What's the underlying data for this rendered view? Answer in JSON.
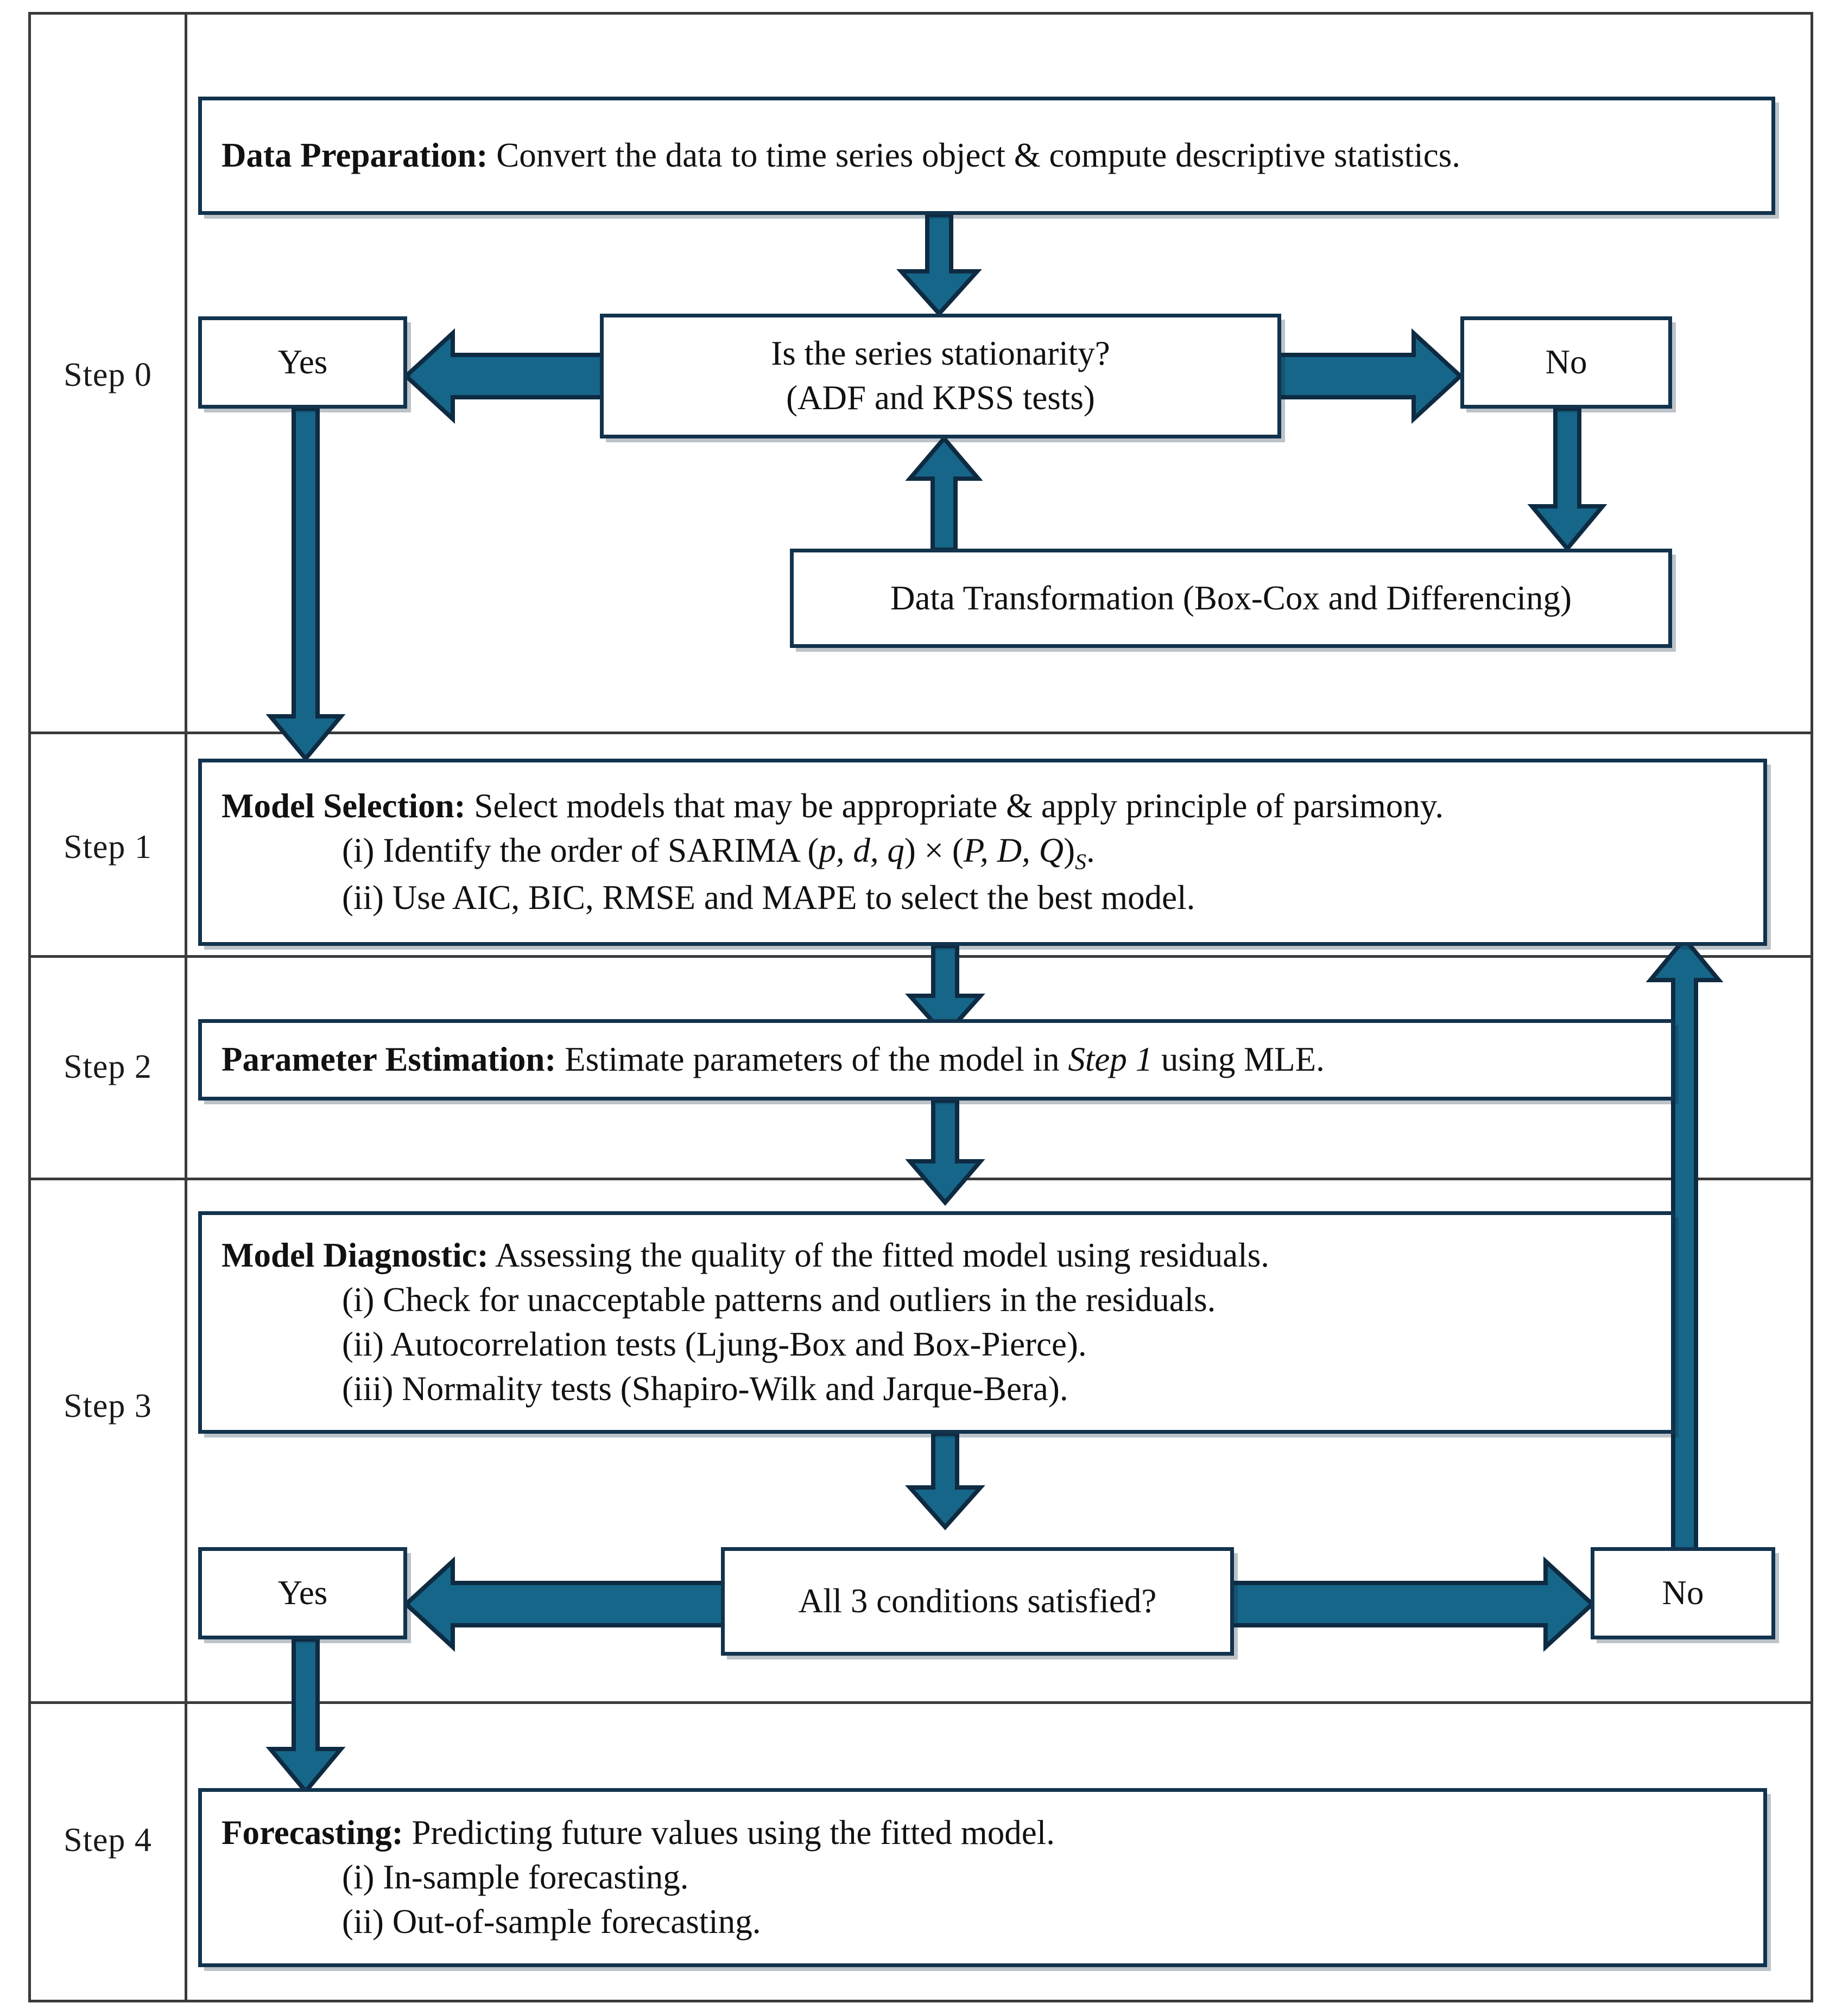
{
  "diagram": {
    "title": "SARIMA time series modelling workflow flowchart",
    "accent_color": "#16668A",
    "outline_color": "#12334D",
    "table_border_color": "#3A3A3A",
    "background_color": "#FFFFFF"
  },
  "steps": [
    {
      "id": "step0",
      "label": "Step 0"
    },
    {
      "id": "step1",
      "label": "Step 1"
    },
    {
      "id": "step2",
      "label": "Step 2"
    },
    {
      "id": "step3",
      "label": "Step 3"
    },
    {
      "id": "step4",
      "label": "Step 4"
    }
  ],
  "boxes": {
    "data_preparation": {
      "heading": "Data Preparation:",
      "text": " Convert the data to time series object & compute descriptive statistics."
    },
    "stationarity_decision": {
      "line1": "Is the series stationarity?",
      "line2": "(ADF and KPSS tests)"
    },
    "yes_step0": {
      "label": "Yes"
    },
    "no_step0": {
      "label": "No"
    },
    "data_transformation": {
      "text": "Data Transformation (Box-Cox and Differencing)"
    },
    "model_selection": {
      "heading": "Model Selection:",
      "text": " Select models that may be appropriate & apply principle of parsimony.",
      "item_i_pre": "(i) Identify the order of SARIMA (",
      "item_i_pdq": "p, d, q",
      "item_i_mid": ") × (",
      "item_i_PDQ": "P, D, Q",
      "item_i_close": ")",
      "item_i_sub": "S",
      "item_i_end": ".",
      "item_ii": "(ii) Use AIC, BIC, RMSE and MAPE to select the best model."
    },
    "parameter_estimation": {
      "heading": "Parameter Estimation:",
      "text_pre": " Estimate parameters of the model in ",
      "text_italic": "Step 1",
      "text_post": " using MLE."
    },
    "model_diagnostic": {
      "heading": "Model Diagnostic:",
      "text": " Assessing the quality of the fitted model using residuals.",
      "item_i": "(i) Check for unacceptable patterns and outliers in the residuals.",
      "item_ii": "(ii) Autocorrelation tests (Ljung-Box and Box-Pierce).",
      "item_iii": "(iii) Normality tests (Shapiro-Wilk and Jarque-Bera)."
    },
    "conditions_decision": {
      "text": "All 3 conditions satisfied?"
    },
    "yes_step3": {
      "label": "Yes"
    },
    "no_step3": {
      "label": "No"
    },
    "forecasting": {
      "heading": "Forecasting:",
      "text": " Predicting future values using the fitted model.",
      "item_i": "(i) In-sample forecasting.",
      "item_ii": "(ii) Out-of-sample forecasting."
    }
  },
  "arrows": [
    {
      "id": "prep-to-decision",
      "direction": "down",
      "from": "data_preparation",
      "to": "stationarity_decision"
    },
    {
      "id": "decision-to-yes",
      "direction": "left",
      "from": "stationarity_decision",
      "to": "yes_step0"
    },
    {
      "id": "decision-to-no",
      "direction": "right",
      "from": "stationarity_decision",
      "to": "no_step0"
    },
    {
      "id": "no-to-transformation",
      "direction": "down",
      "from": "no_step0",
      "to": "data_transformation"
    },
    {
      "id": "transformation-to-decision",
      "direction": "up",
      "from": "data_transformation",
      "to": "stationarity_decision"
    },
    {
      "id": "yes-to-model-selection",
      "direction": "down",
      "from": "yes_step0",
      "to": "model_selection"
    },
    {
      "id": "selection-to-estimation",
      "direction": "down",
      "from": "model_selection",
      "to": "parameter_estimation"
    },
    {
      "id": "estimation-to-diagnostic",
      "direction": "down",
      "from": "parameter_estimation",
      "to": "model_diagnostic"
    },
    {
      "id": "diagnostic-to-conditions",
      "direction": "down",
      "from": "model_diagnostic",
      "to": "conditions_decision"
    },
    {
      "id": "conditions-to-yes",
      "direction": "left",
      "from": "conditions_decision",
      "to": "yes_step3"
    },
    {
      "id": "conditions-to-no",
      "direction": "right",
      "from": "conditions_decision",
      "to": "no_step3"
    },
    {
      "id": "no-to-model-selection",
      "direction": "up",
      "from": "no_step3",
      "to": "model_selection"
    },
    {
      "id": "yes-to-forecasting",
      "direction": "down",
      "from": "yes_step3",
      "to": "forecasting"
    }
  ]
}
